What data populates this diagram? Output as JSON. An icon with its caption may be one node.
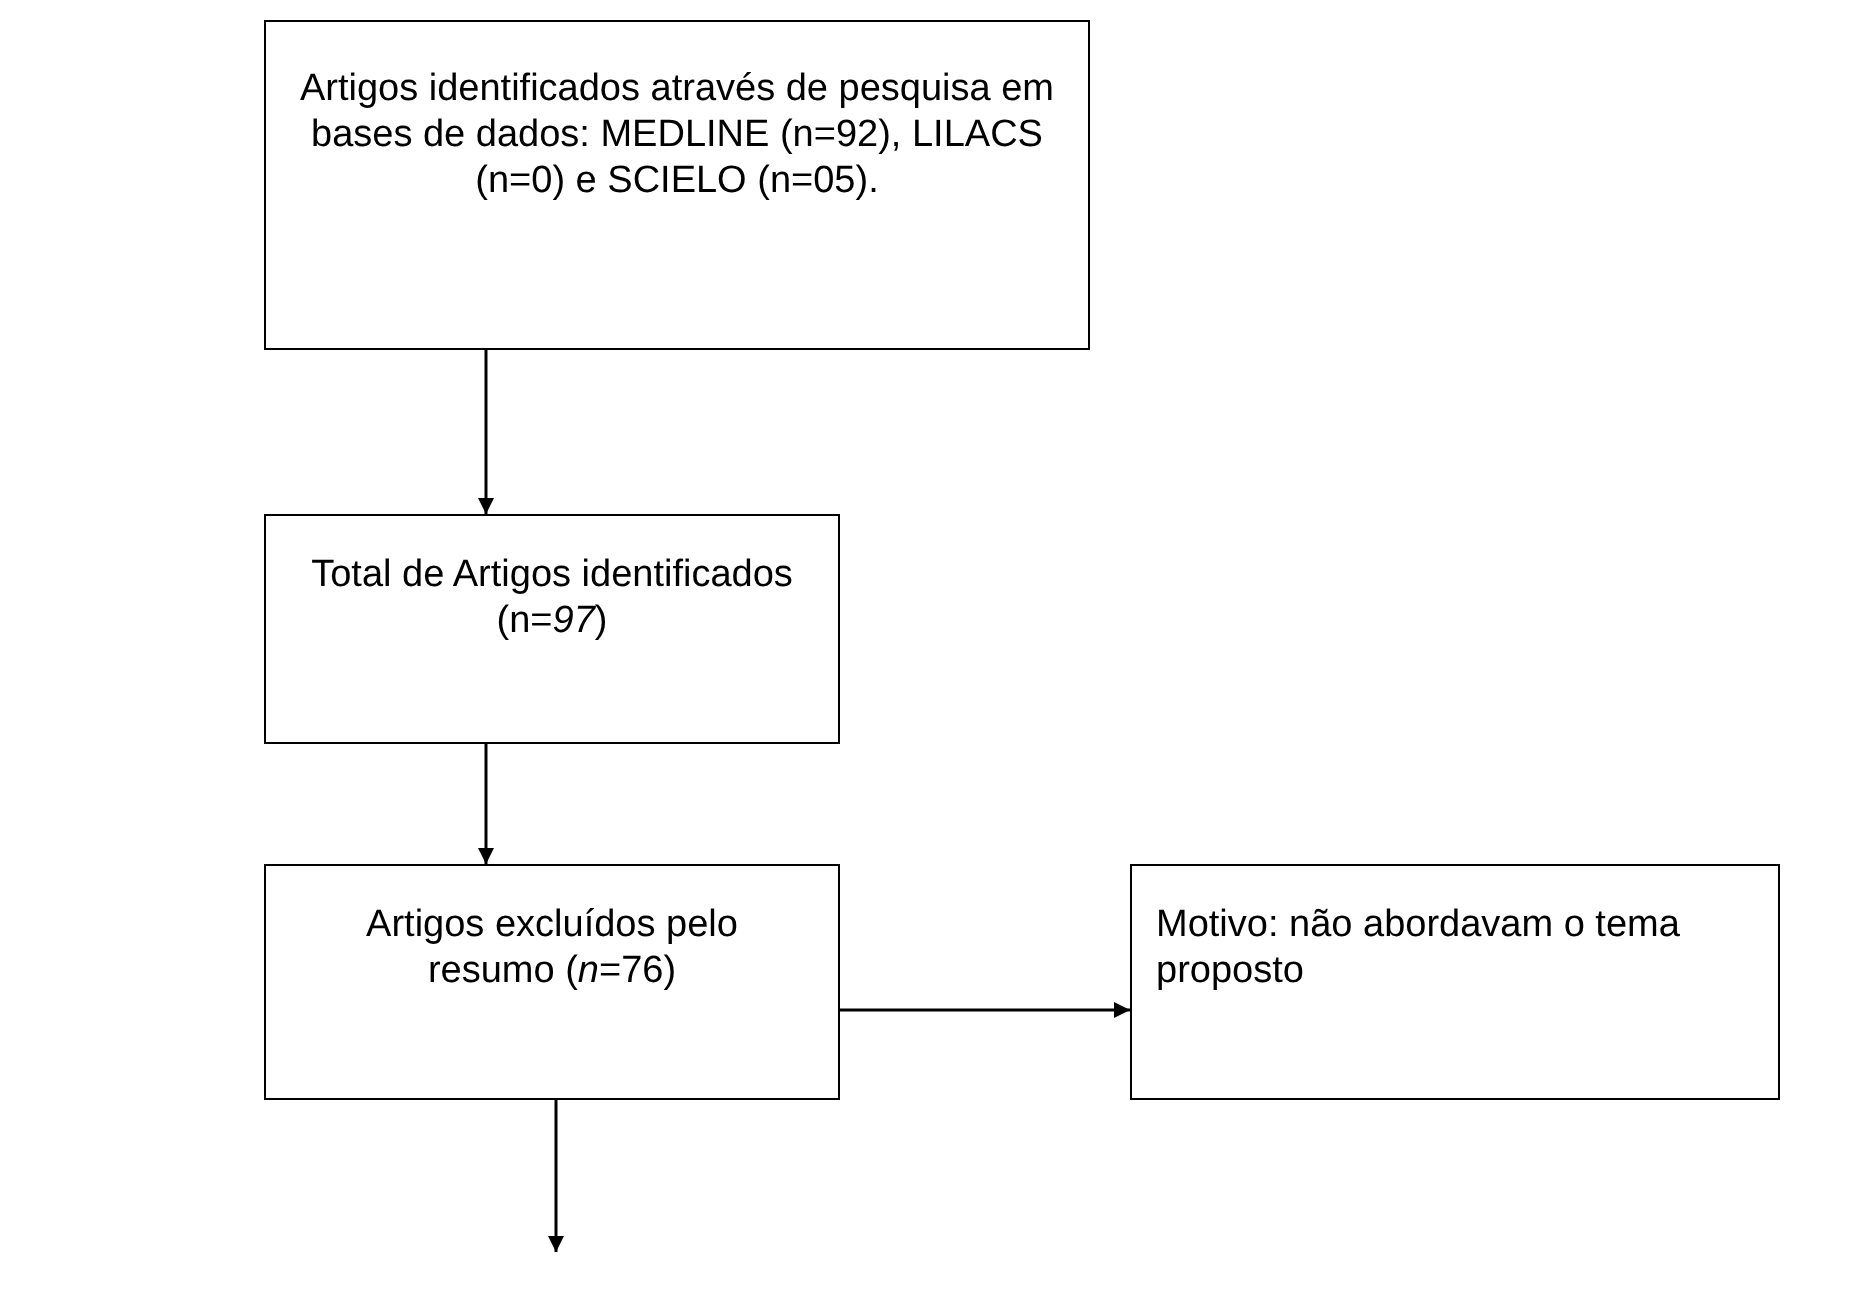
{
  "diagram": {
    "nodes": [
      {
        "text": [
          "Artigos identificados através de pesquisa em bases de dados: MEDLINE (n=92), LILACS (n=0) e SCIELO (n=05)."
        ]
      },
      {
        "text": [
          "Total de Artigos identificados (n=*97*)"
        ]
      },
      {
        "text": [
          "Artigos excluídos pelo resumo (*n*=76)"
        ]
      },
      {
        "text": [
          "Motivo: não abordavam o tema proposto"
        ]
      }
    ],
    "edges": [
      {
        "from": 0,
        "to": 1,
        "arrow": "to"
      },
      {
        "from": 1,
        "to": 2,
        "arrow": "to"
      },
      {
        "from": 2,
        "to": 3,
        "arrow": "to"
      },
      {
        "from": 2,
        "to": null,
        "arrow": "to"
      }
    ]
  }
}
